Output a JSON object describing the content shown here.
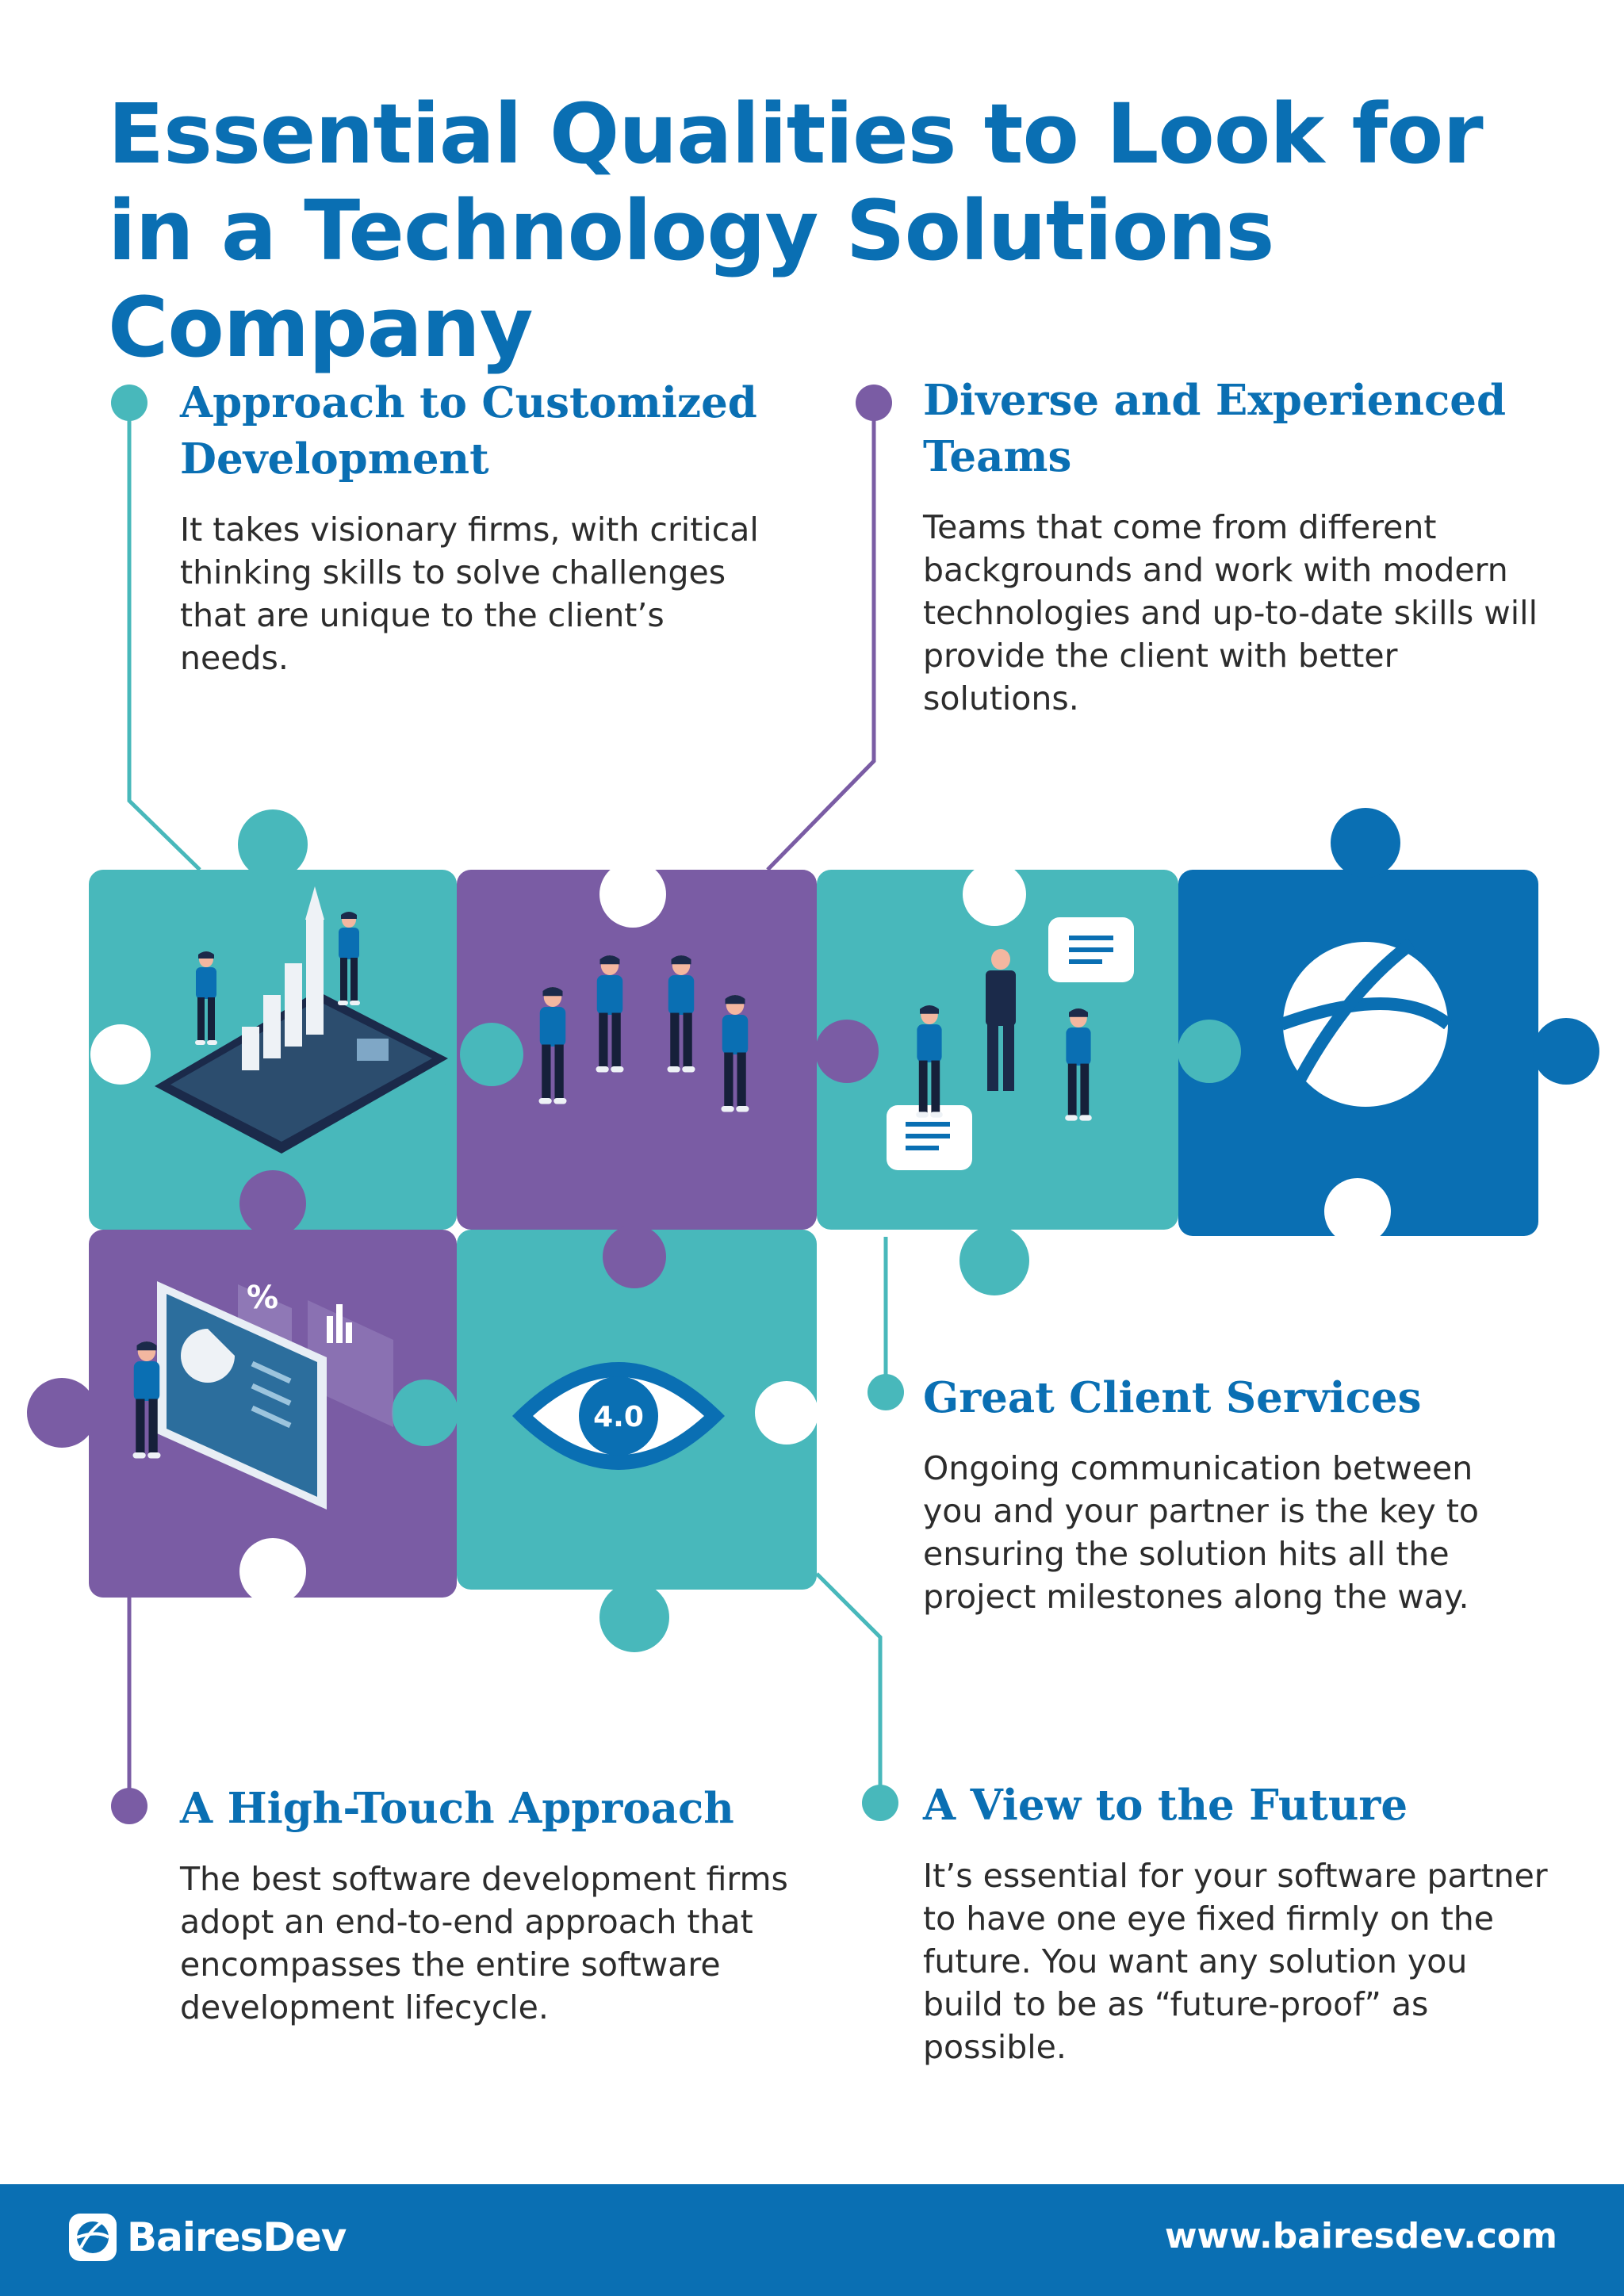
{
  "title": "Essential Qualities to Look for in a Technology Solutions Company",
  "sections": [
    {
      "heading": "Approach to Customized Development",
      "body": "It takes visionary firms, with critical thinking skills to solve challenges that are unique to the client’s needs."
    },
    {
      "heading": "Diverse and Experienced Teams",
      "body": "Teams that come from different backgrounds and work with modern technologies and up-to-date skills will provide the client with better solutions."
    },
    {
      "heading": "Great Client Services",
      "body": "Ongoing communication between you and your partner is the key to ensuring the solution hits all the project milestones along the way."
    },
    {
      "heading": "A High-Touch Approach",
      "body": "The best software development firms adopt an end-to-end approach that encompasses the entire software development lifecycle."
    },
    {
      "heading": "A View to the Future",
      "body": "It’s essential for your software partner to have one eye fixed firmly on the future. You want any solution you build to be as “future-proof” as possible."
    }
  ],
  "illustration": {
    "eye_label": "4.0",
    "percent_label": "%"
  },
  "footer": {
    "brand": "BairesDev",
    "url": "www.bairesdev.com"
  },
  "colors": {
    "primary_blue": "#0a6fb3",
    "teal": "#48b8bb",
    "purple": "#7a5ca4",
    "navy": "#1b2a4a"
  },
  "icons": [
    "chart-tablet-illustration",
    "team-group-illustration",
    "meeting-illustration",
    "bairesdev-logo-icon",
    "presentation-illustration",
    "eye-icon"
  ]
}
